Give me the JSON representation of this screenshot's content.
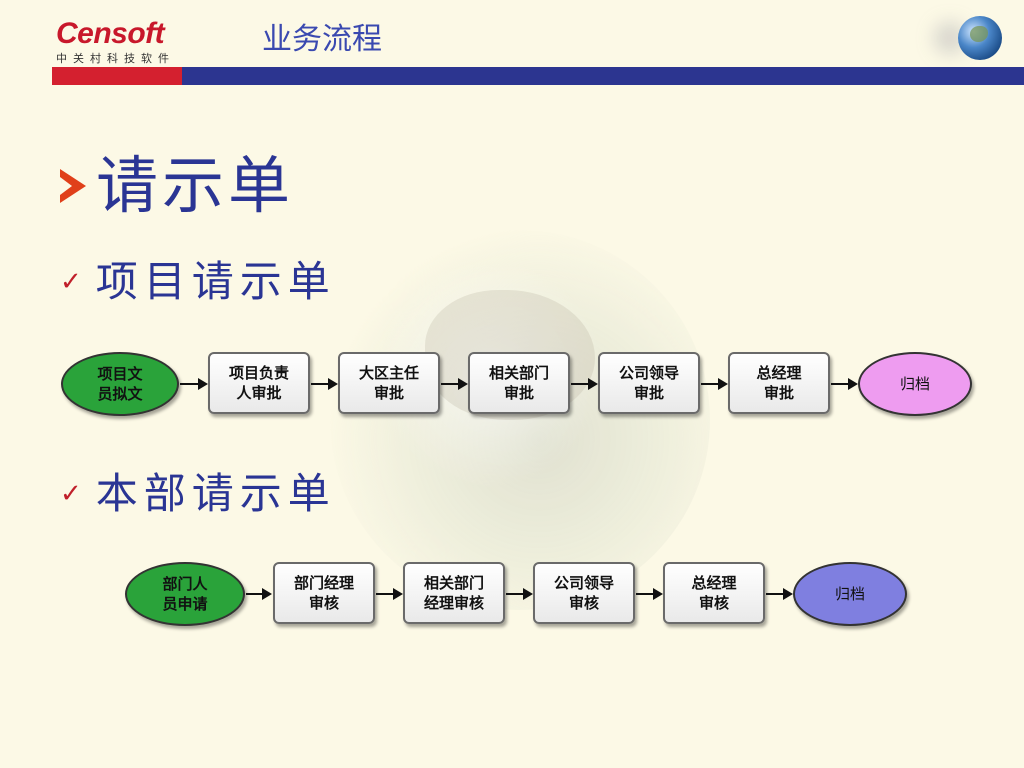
{
  "header": {
    "logo_text": "Censoft",
    "logo_subtitle": "中关村科技软件",
    "title": "业务流程"
  },
  "colors": {
    "band_red": "#d4202f",
    "band_blue": "#2c3590",
    "heading": "#2a3594",
    "start_node": "#2aa33a",
    "end_node_1": "#ee9cf0",
    "end_node_2": "#7f7fe0"
  },
  "icons": {
    "bullet": "arrow-bullet-icon",
    "check": "checkmark-icon",
    "globe": "globe-icon"
  },
  "main_heading": "请示单",
  "sections": [
    {
      "heading": "项目请示单",
      "flow": [
        "项目文\n员拟文",
        "项目负责\n人审批",
        "大区主任\n审批",
        "相关部门\n审批",
        "公司领导\n审批",
        "总经理\n审批",
        "归档"
      ]
    },
    {
      "heading": "本部请示单",
      "flow": [
        "部门人\n员申请",
        "部门经理\n审核",
        "相关部门\n经理审核",
        "公司领导\n审核",
        "总经理\n审核",
        "归档"
      ]
    }
  ]
}
